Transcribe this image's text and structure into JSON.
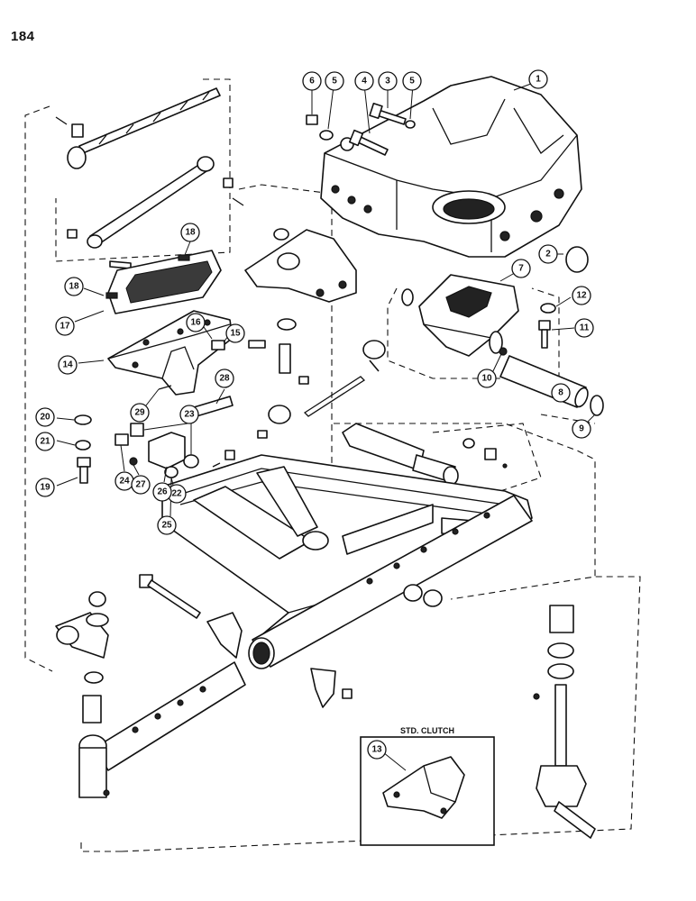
{
  "page": {
    "number": "184"
  },
  "inset": {
    "title": "STD. CLUTCH"
  },
  "callouts": [
    {
      "label": "1"
    },
    {
      "label": "2"
    },
    {
      "label": "3"
    },
    {
      "label": "4"
    },
    {
      "label": "5"
    },
    {
      "label": "5"
    },
    {
      "label": "6"
    },
    {
      "label": "7"
    },
    {
      "label": "8"
    },
    {
      "label": "9"
    },
    {
      "label": "10"
    },
    {
      "label": "11"
    },
    {
      "label": "12"
    },
    {
      "label": "13"
    },
    {
      "label": "14"
    },
    {
      "label": "15"
    },
    {
      "label": "16"
    },
    {
      "label": "17"
    },
    {
      "label": "18"
    },
    {
      "label": "18"
    },
    {
      "label": "19"
    },
    {
      "label": "20"
    },
    {
      "label": "21"
    },
    {
      "label": "22"
    },
    {
      "label": "23"
    },
    {
      "label": "24"
    },
    {
      "label": "25"
    },
    {
      "label": "26"
    },
    {
      "label": "27"
    },
    {
      "label": "28"
    },
    {
      "label": "29"
    }
  ]
}
